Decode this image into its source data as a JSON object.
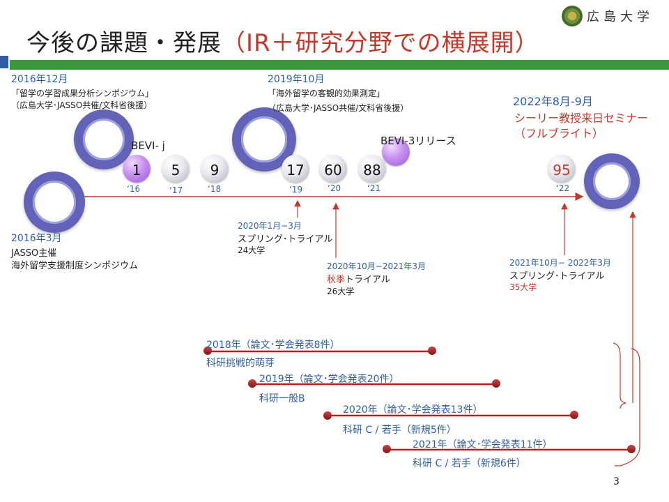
{
  "header": {
    "title_main": "今後の課題・発展",
    "title_highlight": "（IR＋研究分野での横展開）",
    "logo_text": "広島大学"
  },
  "timeline": {
    "bubbles": [
      {
        "num": "1",
        "year": "‘16",
        "style": "purple"
      },
      {
        "num": "5",
        "year": "‘17",
        "style": "grey"
      },
      {
        "num": "9",
        "year": "‘18",
        "style": "grey"
      },
      {
        "num": "17",
        "year": "‘19",
        "style": "grey"
      },
      {
        "num": "60",
        "year": "‘20",
        "style": "grey"
      },
      {
        "num": "88",
        "year": "‘21",
        "style": "grey"
      },
      {
        "num": "95",
        "year": "‘22",
        "style": "grey",
        "red": true
      }
    ],
    "bevi_j": "BEVI- j",
    "bevi3": "BEVI-3リリース"
  },
  "events": {
    "e2016_12": {
      "date": "2016年12月",
      "line1": "「留学の学習成果分析シンポジウム」",
      "line2": "（広島大学･JASSO共催/文科省後援）"
    },
    "e2019_10": {
      "date": "2019年10月",
      "line1": "「海外留学の客観的効果測定」",
      "line2": "（広島大学･JASSO共催/文科省後援）"
    },
    "e2022": {
      "date": "2022年8月-9月",
      "line1": "シーリー教授来日セミナー",
      "line2": "（フルブライト）"
    },
    "e2016_3": {
      "date": "2016年3月",
      "line1": "JASSO主催",
      "line2": "海外留学支援制度シンポジウム"
    },
    "t2020_1": {
      "date": "2020年1月−3月",
      "line1": "スプリング･トライアル",
      "line2": "24大学"
    },
    "t2020_10": {
      "date": "2020年10月−2021年3月",
      "line1_red": "秋季",
      "line1_rest": "トライアル",
      "line2": "26大学"
    },
    "t2021_10": {
      "date": "2021年10月− 2022年3月",
      "line1": "スプリング･トライアル",
      "line2": "35大学"
    }
  },
  "research": [
    {
      "title": "2018年（論文･学会発表8件）",
      "grant": "科研挑戦的萌芽"
    },
    {
      "title": "2019年（論文･学会発表20件）",
      "grant": "科研一般B"
    },
    {
      "title": "2020年（論文･学会発表13件）",
      "grant": "科研 C / 若手（新規5件）"
    },
    {
      "title": "2021年（論文･学会発表11件）",
      "grant": "科研 C / 若手（新規6件）"
    }
  ],
  "page_number": "3",
  "colors": {
    "accent_red": "#c0392b",
    "blue_text": "#2e5fa3",
    "green_bar": "#3a9a3a",
    "ring": "#6262b8"
  }
}
